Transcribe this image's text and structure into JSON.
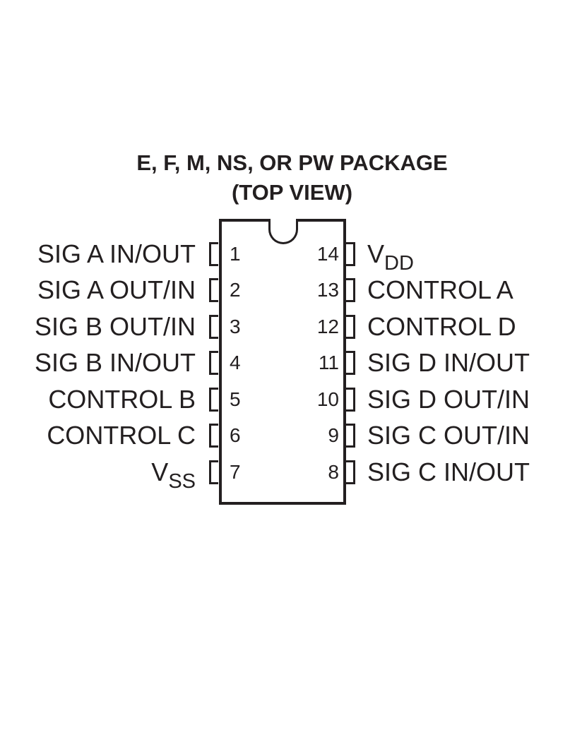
{
  "title": "E, F, M, NS, OR PW PACKAGE",
  "subtitle": "(TOP VIEW)",
  "left_pins": [
    {
      "number": "1",
      "label": "SIG A IN/OUT"
    },
    {
      "number": "2",
      "label": "SIG A OUT/IN"
    },
    {
      "number": "3",
      "label": "SIG B OUT/IN"
    },
    {
      "number": "4",
      "label": "SIG B IN/OUT"
    },
    {
      "number": "5",
      "label": "CONTROL B"
    },
    {
      "number": "6",
      "label": "CONTROL C"
    },
    {
      "number": "7",
      "label_main": "V",
      "label_sub": "SS"
    }
  ],
  "right_pins": [
    {
      "number": "14",
      "label_main": "V",
      "label_sub": "DD"
    },
    {
      "number": "13",
      "label": "CONTROL A"
    },
    {
      "number": "12",
      "label": "CONTROL D"
    },
    {
      "number": "11",
      "label": "SIG D IN/OUT"
    },
    {
      "number": "10",
      "label": "SIG D OUT/IN"
    },
    {
      "number": "9",
      "label": "SIG C OUT/IN"
    },
    {
      "number": "8",
      "label": "SIG C IN/OUT"
    }
  ]
}
